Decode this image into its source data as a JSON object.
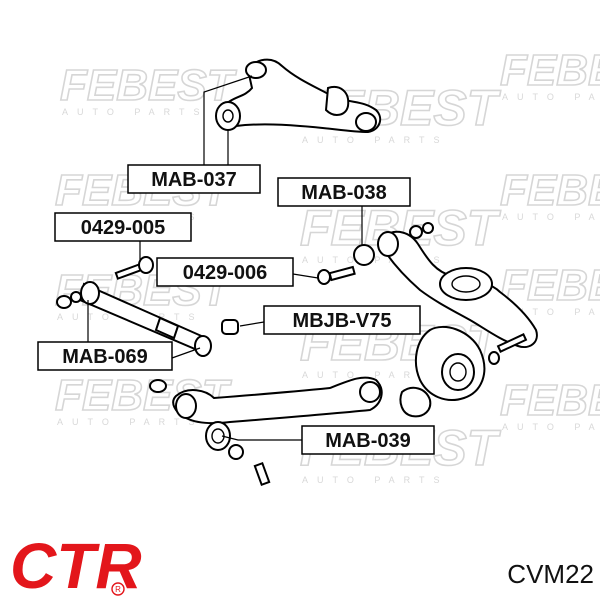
{
  "watermark": {
    "brand": "FEBEST",
    "tagline": "AUTO PARTS"
  },
  "callouts": [
    {
      "label": "MAB-037"
    },
    {
      "label": "MAB-038"
    },
    {
      "label": "0429-005"
    },
    {
      "label": "0429-006"
    },
    {
      "label": "MBJB-V75"
    },
    {
      "label": "MAB-069"
    },
    {
      "label": "MAB-039"
    }
  ],
  "footer": {
    "logo_text": "CTR",
    "logo_color": "#e3161b",
    "registered_mark": "R",
    "part_code": "CVM22"
  }
}
